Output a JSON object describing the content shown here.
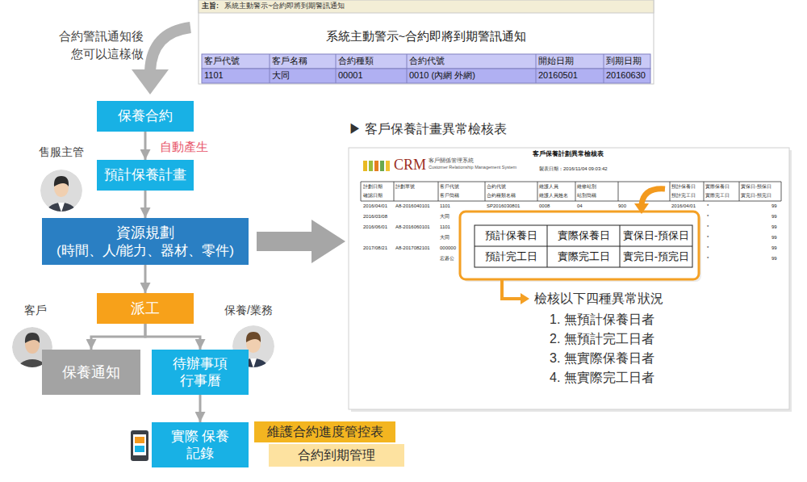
{
  "diagram": {
    "nodes": [
      {
        "text": [
          "保養合約"
        ]
      },
      {
        "text": [
          "預計保養計畫"
        ]
      },
      {
        "text": [
          "資源規劃",
          "(時間、人/能力、器材、零件)"
        ]
      },
      {
        "text": [
          "派工"
        ]
      },
      {
        "text": [
          "保養通知"
        ]
      },
      {
        "text": [
          "待辦事項 行事曆"
        ]
      },
      {
        "text": [
          "實際 保養記錄"
        ]
      },
      {
        "text": [
          "維護合約進度管控表"
        ]
      },
      {
        "text": [
          "合約到期管理"
        ]
      }
    ],
    "edges": [
      {
        "from": 0,
        "to": 1,
        "arrow": "to"
      },
      {
        "from": 1,
        "to": 2,
        "arrow": "to"
      },
      {
        "from": 2,
        "to": 3,
        "arrow": "to"
      },
      {
        "from": 3,
        "to": 4,
        "arrow": "to"
      },
      {
        "from": 3,
        "to": 5,
        "arrow": "to"
      },
      {
        "from": 5,
        "to": 6,
        "arrow": "to"
      }
    ],
    "labels": [
      "合約警訊通知後 您可以這樣做",
      "自動產生",
      "售服主管",
      "客戶",
      "保養/業務",
      "主旨:",
      "系統主動警示~合約即將到期警訊通知",
      "系統主動警示~合約即將到期警訊通知",
      "客戶代號",
      "客戶名稱",
      "合約種類",
      "合約代號",
      "開始日期",
      "到期日期",
      "1101",
      "大同",
      "00001",
      "0010 (內網 外網)",
      "20160501",
      "20160630",
      "▶ 客戶保養計畫異常檢核表",
      "CRM",
      "客戶關係管理系統",
      "Customer Relationship Management System",
      "客戶保養計劃異常檢核表",
      "製表日期：2016/11/04 09:03:42",
      "計劃日期",
      "確認日期",
      "計劃單號",
      "客戶代號",
      "客戶簡稱",
      "合約代號",
      "合約種類名稱",
      "維護人員",
      "維護人員姓名",
      "維修站別",
      "站別簡稱",
      "預計保養日",
      "預計完工日",
      "實際保養日",
      "實際完工日",
      "實保日-預保日",
      "實完日-預完日",
      "2016/04/01",
      "A8-2016040101",
      "1101",
      "SP2016030801",
      "0008",
      "04",
      "900",
      "2016/04/01",
      "*",
      "99",
      "2016/03/08",
      "大同",
      "*",
      "99",
      "2016/06/01",
      "A8-2016060101",
      "1101",
      "*",
      "99",
      "大同",
      "*",
      "99",
      "2017/08/21",
      "A8-2017082101",
      "000000",
      "*",
      "99",
      "宏碁公",
      "*",
      "99",
      "預計保養日",
      "實際保養日",
      "實保日-預保日",
      "預計完工日",
      "實際完工日",
      "實完日-預完日",
      "檢核以下四種異常狀況",
      "1. 無預計保養日者",
      "2. 無預計完工日者",
      "3. 無實際保養日者",
      "4. 無實際完工日者"
    ]
  }
}
